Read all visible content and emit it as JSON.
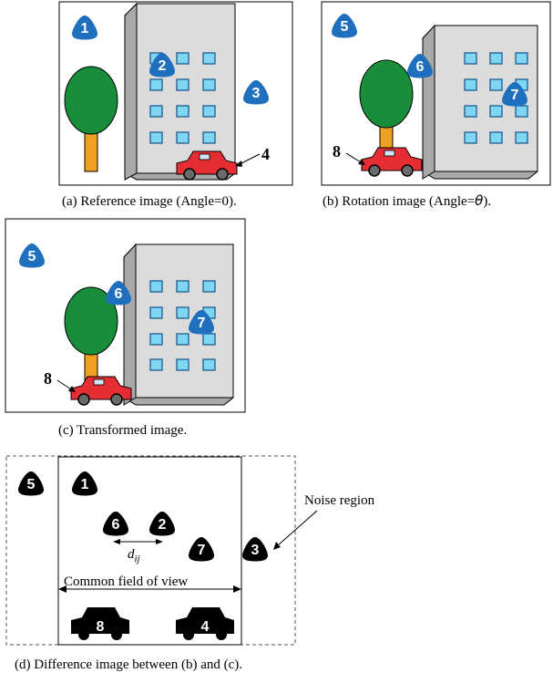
{
  "captions": {
    "a": "(a) Reference image (Angle=0).",
    "b_prefix": "(b) Rotation image (Angle=",
    "b_theta": "θ",
    "b_suffix": ").",
    "c": "(c) Transformed image.",
    "d": "(d) Difference image between (b) and (c)."
  },
  "markers": {
    "one": "1",
    "two": "2",
    "three": "3",
    "four": "4",
    "five": "5",
    "six": "6",
    "seven": "7",
    "eight": "8"
  },
  "labels": {
    "noise_region": "Noise region",
    "common_fov": "Common field of view",
    "d_main": "d",
    "d_sub": "ij"
  },
  "colors": {
    "marker_blue": "#1f6fbf",
    "marker_black": "#000000",
    "car_red": "#e52d33",
    "tree_green": "#188d3a",
    "trunk_orange": "#f0a020",
    "window_blue": "#7fd6f3",
    "building_gray": "#dcdcdc"
  }
}
